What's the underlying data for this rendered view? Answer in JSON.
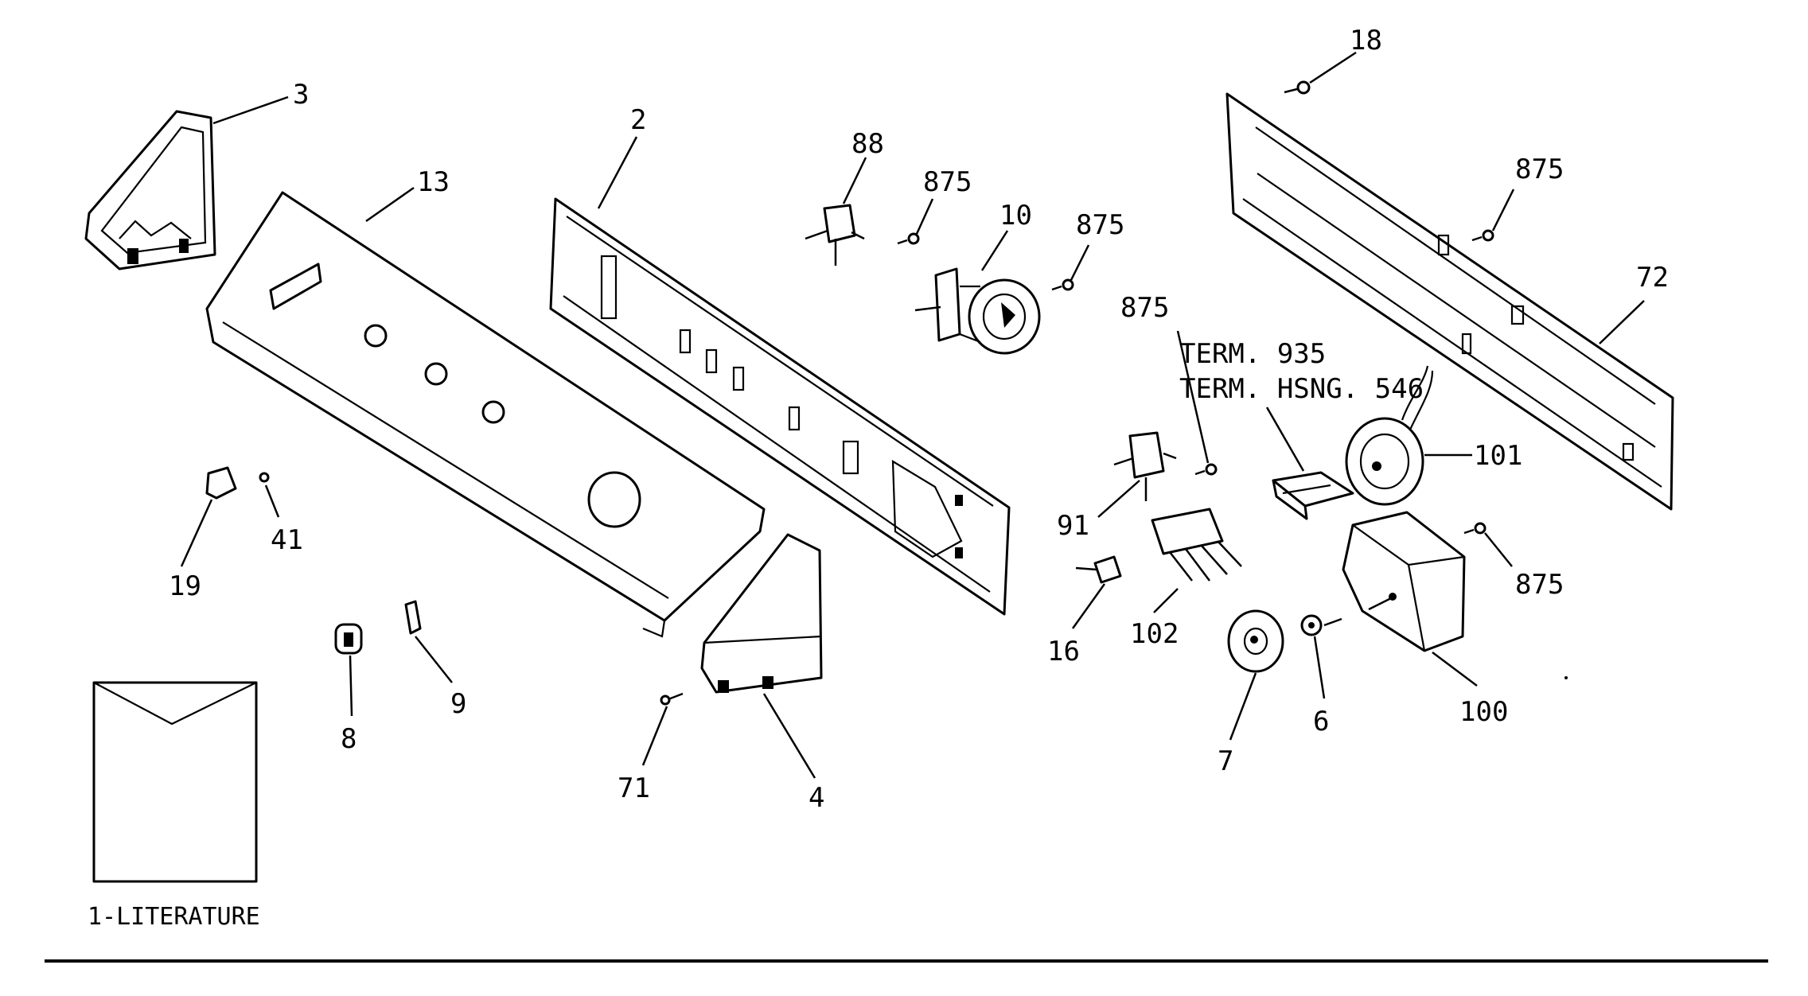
{
  "labels": {
    "p1_literature": "1-LITERATURE",
    "p2": "2",
    "p3": "3",
    "p4": "4",
    "p6": "6",
    "p7": "7",
    "p8": "8",
    "p9": "9",
    "p10": "10",
    "p13": "13",
    "p16": "16",
    "p18": "18",
    "p19": "19",
    "p41": "41",
    "p71": "71",
    "p72": "72",
    "p88": "88",
    "p91": "91",
    "p100": "100",
    "p101": "101",
    "p102": "102",
    "p875": "875",
    "term_935": "TERM. 935",
    "term_hsng_546": "TERM. HSNG. 546"
  }
}
